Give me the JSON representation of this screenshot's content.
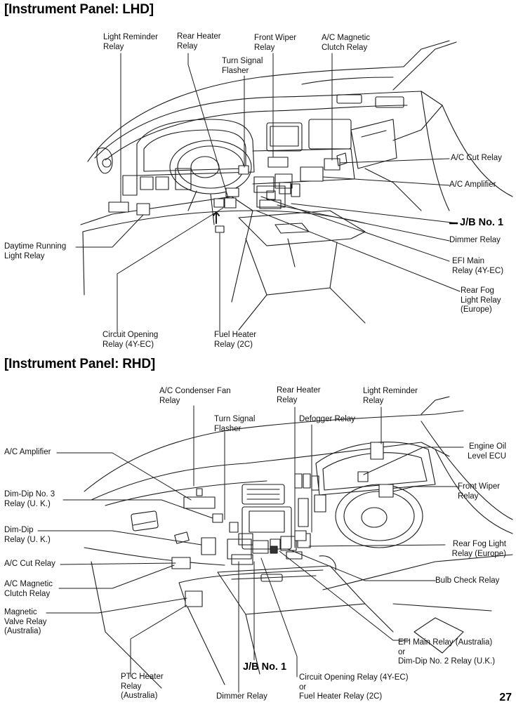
{
  "lhd": {
    "heading": "[Instrument Panel: LHD]",
    "labels": {
      "light_reminder_relay": "Light Reminder\nRelay",
      "rear_heater_relay": "Rear Heater\nRelay",
      "turn_signal_flasher": "Turn Signal\nFlasher",
      "front_wiper_relay": "Front Wiper\nRelay",
      "ac_magnetic_clutch_relay": "A/C Magnetic\nClutch Relay",
      "ac_cut_relay": "A/C Cut Relay",
      "ac_amplifier": "A/C Amplifier",
      "jb_no1": "J/B No. 1",
      "dimmer_relay": "Dimmer Relay",
      "efi_main_relay": "EFI Main\nRelay (4Y-EC)",
      "rear_fog_light_relay": "Rear Fog\nLight Relay\n(Europe)",
      "daytime_running_light_relay": "Daytime Running\nLight Relay",
      "circuit_opening_relay": "Circuit Opening\nRelay (4Y-EC)",
      "fuel_heater_relay": "Fuel Heater\nRelay (2C)"
    }
  },
  "rhd": {
    "heading": "[Instrument Panel: RHD]",
    "labels": {
      "ac_condenser_fan_relay": "A/C Condenser Fan\nRelay",
      "rear_heater_relay": "Rear Heater\nRelay",
      "light_reminder_relay": "Light Reminder\nRelay",
      "turn_signal_flasher": "Turn Signal\nFlasher",
      "defogger_relay": "Defogger Relay",
      "ac_amplifier": "A/C Amplifier",
      "engine_oil_level_ecu": "Engine Oil\nLevel ECU",
      "dim_dip_no3_relay": "Dim-Dip No. 3\nRelay (U. K.)",
      "front_wiper_relay": "Front Wiper\nRelay",
      "dim_dip_relay": "Dim-Dip\nRelay (U. K.)",
      "ac_cut_relay": "A/C Cut Relay",
      "rear_fog_light_relay": "Rear Fog Light\nRelay (Europe)",
      "ac_magnetic_clutch_relay": "A/C Magnetic\nClutch Relay",
      "bulb_check_relay": "Bulb Check Relay",
      "magnetic_valve_relay": "Magnetic\nValve Relay\n(Australia)",
      "efi_main_relay": "EFI Main Relay (Australia)\nor\nDim-Dip No. 2 Relay (U.K.)",
      "jb_no1": "J/B No. 1",
      "ptc_heater_relay": "PTC Heater\nRelay\n(Australia)",
      "circuit_opening_relay": "Circuit Opening Relay (4Y-EC)\nor\nFuel Heater Relay (2C)",
      "dimmer_relay": "Dimmer Relay"
    }
  },
  "page_number": "27"
}
